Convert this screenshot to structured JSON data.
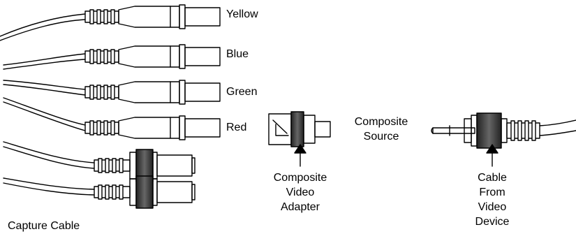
{
  "capture_cable": {
    "connectors": [
      {
        "label": "Yellow"
      },
      {
        "label": "Blue"
      },
      {
        "label": "Green"
      },
      {
        "label": "Red"
      }
    ],
    "caption": "Capture Cable"
  },
  "adapter": {
    "caption_lines": [
      "Composite",
      "Video",
      "Adapter"
    ]
  },
  "composite_source": {
    "caption_lines": [
      "Composite",
      "Source"
    ]
  },
  "device_cable": {
    "caption_lines": [
      "Cable",
      "From",
      "Video",
      "Device"
    ]
  }
}
